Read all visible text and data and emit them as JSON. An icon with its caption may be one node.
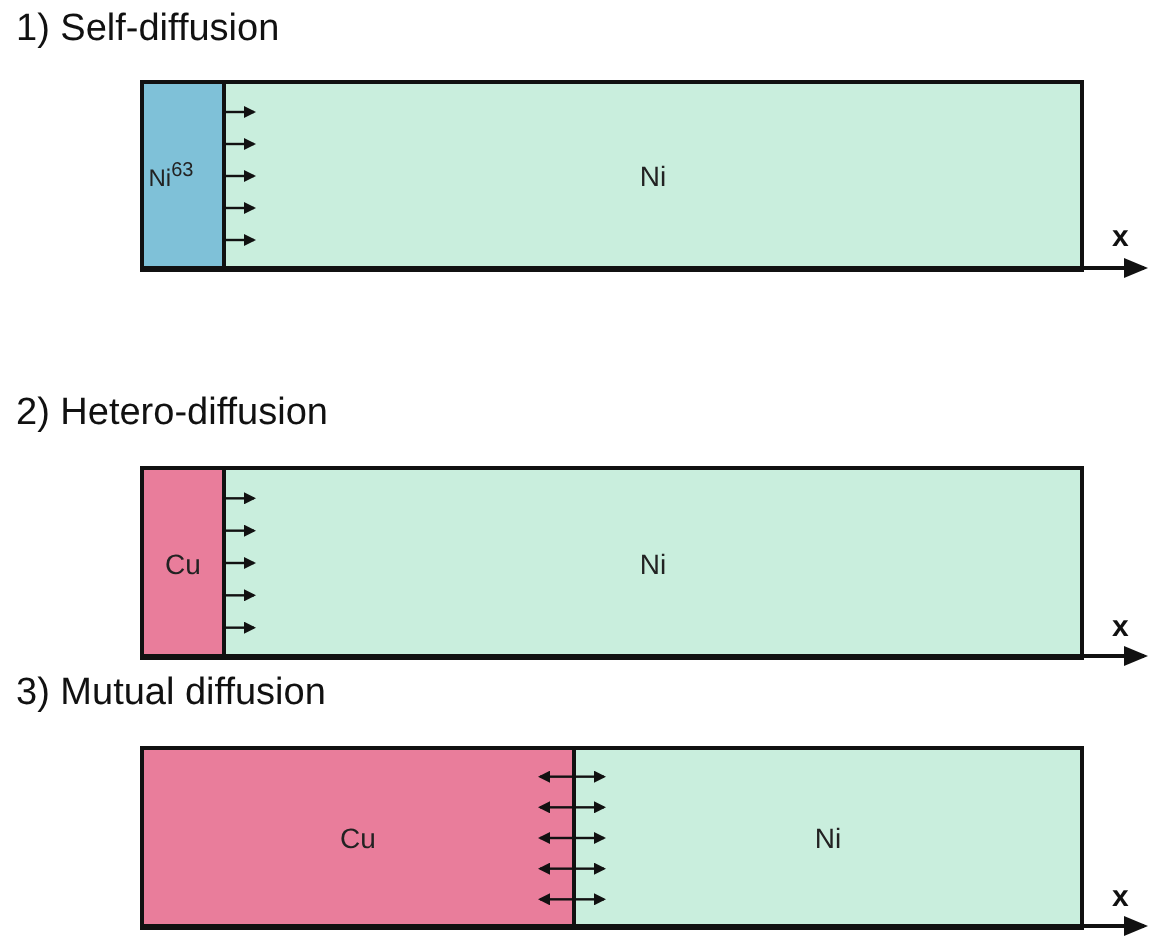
{
  "diagram": {
    "nodes": [
      {
        "text": [
          "Ni$^{63}$"
        ]
      },
      {
        "text": [
          "Ni"
        ]
      },
      {
        "text": [
          "Cu"
        ]
      },
      {
        "text": [
          "Ni"
        ]
      },
      {
        "text": [
          "Cu"
        ]
      },
      {
        "text": [
          "Ni"
        ]
      }
    ],
    "labels": [
      "1) Self-diffusion",
      "x",
      "2) Hetero-diffusion",
      "x",
      "3) Mutual diffusion",
      "x"
    ]
  }
}
